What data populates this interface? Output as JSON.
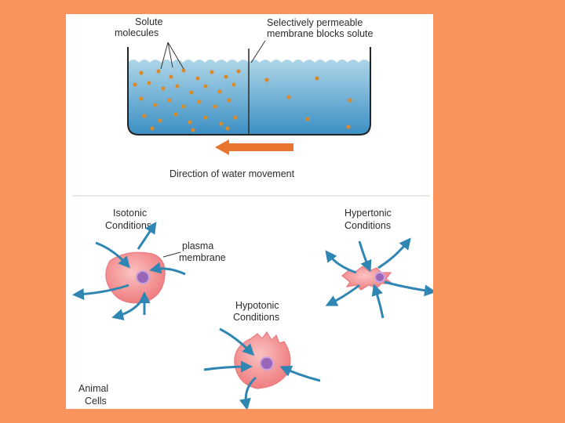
{
  "colors": {
    "background": "#f9945f",
    "panel": "#ffffff",
    "water_light": "#aed6e8",
    "water_dark": "#3b8fc4",
    "solute": "#d98a2b",
    "arrow_orange": "#e8742e",
    "cell_fill": "#f48a8a",
    "nucleus": "#9a67b8",
    "arrow_blue": "#2f86b3"
  },
  "beaker": {
    "solute_label_line1": "Solute",
    "solute_label_line2": "molecules",
    "membrane_label_line1": "Selectively permeable",
    "membrane_label_line2": "membrane blocks solute",
    "direction_label": "Direction of water movement"
  },
  "cells": {
    "isotonic_line1": "Isotonic",
    "isotonic_line2": "Conditions",
    "plasma_line1": "plasma",
    "plasma_line2": "membrane",
    "hypertonic_line1": "Hypertonic",
    "hypertonic_line2": "Conditions",
    "hypotonic_line1": "Hypotonic",
    "hypotonic_line2": "Conditions",
    "animal_line1": "Animal",
    "animal_line2": "Cells"
  }
}
